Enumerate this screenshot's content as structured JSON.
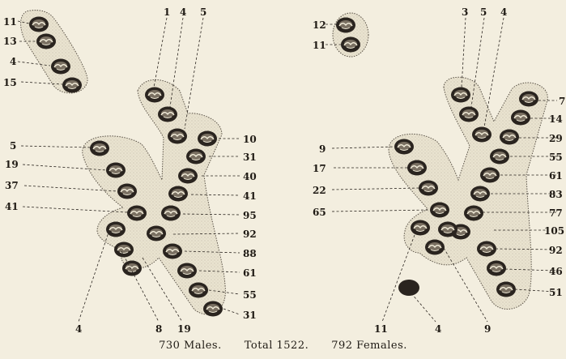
{
  "caption": {
    "males": "730 Males.",
    "total": "Total 1522.",
    "females": "792 Females."
  },
  "colors": {
    "background": "#f3eedf",
    "outline": "#5a5247",
    "cluster_fill": "#e9e3d0",
    "cell": "#2a241f"
  },
  "males": {
    "labels": [
      "11",
      "13",
      "4",
      "15",
      "1",
      "4",
      "5",
      "10",
      "31",
      "40",
      "41",
      "95",
      "92",
      "88",
      "61",
      "55",
      "31",
      "5",
      "19",
      "37",
      "41",
      "4",
      "8",
      "19"
    ]
  },
  "females": {
    "labels": [
      "12",
      "11",
      "3",
      "5",
      "4",
      "7",
      "14",
      "29",
      "55",
      "61",
      "83",
      "77",
      "105",
      "92",
      "46",
      "51",
      "9",
      "17",
      "22",
      "65",
      "11",
      "4",
      "9"
    ]
  }
}
